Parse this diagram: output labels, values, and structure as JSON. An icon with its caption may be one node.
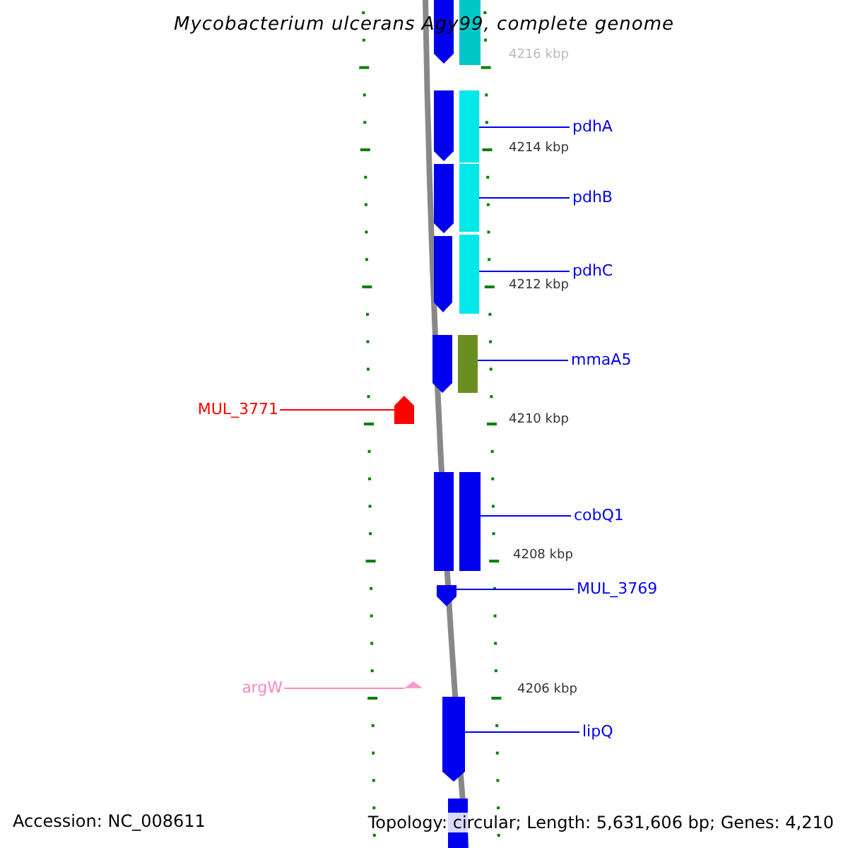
{
  "diagram": {
    "title": "Mycobacterium ulcerans Agy99, complete genome",
    "nodes": [
      {
        "text": [
          "pdhA"
        ]
      },
      {
        "text": [
          "pdhB"
        ]
      },
      {
        "text": [
          "pdhC"
        ]
      },
      {
        "text": [
          "mmaA5"
        ]
      },
      {
        "text": [
          "MUL_3771"
        ]
      },
      {
        "text": [
          "cobQ1"
        ]
      },
      {
        "text": [
          "MUL_3769"
        ]
      },
      {
        "text": [
          "argW"
        ]
      },
      {
        "text": [
          "lipQ"
        ]
      },
      {
        "text": [],
        "shape": "bar"
      },
      {
        "text": [],
        "shape": "bar"
      },
      {
        "text": [],
        "shape": "bar"
      },
      {
        "text": [],
        "shape": "bar"
      },
      {
        "text": [],
        "shape": "arrow"
      },
      {
        "text": [],
        "shape": "bar"
      },
      {
        "text": [],
        "shape": "arrow"
      },
      {
        "text": [],
        "shape": "triangle"
      },
      {
        "text": [],
        "shape": "arrow"
      },
      {
        "text": [],
        "shape": "arrow"
      },
      {
        "text": [],
        "shape": "bar"
      },
      {
        "text": [],
        "shape": "arrow"
      },
      {
        "text": [],
        "shape": "arrow"
      },
      {
        "text": [],
        "shape": "arrow"
      },
      {
        "text": [],
        "shape": "arrow"
      },
      {
        "text": [],
        "shape": "bar"
      },
      {
        "text": [],
        "shape": "bar"
      }
    ],
    "edges": [
      {
        "from": 0,
        "to": 9,
        "arrow": "none"
      },
      {
        "from": 1,
        "to": 10,
        "arrow": "none"
      },
      {
        "from": 2,
        "to": 11,
        "arrow": "none"
      },
      {
        "from": 3,
        "to": 12,
        "arrow": "none"
      },
      {
        "from": 4,
        "to": 13,
        "arrow": "none",
        "color": "#ff0000"
      },
      {
        "from": 5,
        "to": 14,
        "arrow": "none"
      },
      {
        "from": 6,
        "to": 15,
        "arrow": "none"
      },
      {
        "from": 7,
        "to": 16,
        "arrow": "none",
        "color": "#ff88bb"
      },
      {
        "from": 8,
        "to": 17,
        "arrow": "none"
      }
    ],
    "labels": [
      "4216 kbp",
      "4214 kbp",
      "4212 kbp",
      "4210 kbp",
      "4208 kbp",
      "4206 kbp",
      "Accession: NC_008611",
      "Topology: circular; Length: 5,631,606 bp; Genes: 4,210"
    ]
  }
}
